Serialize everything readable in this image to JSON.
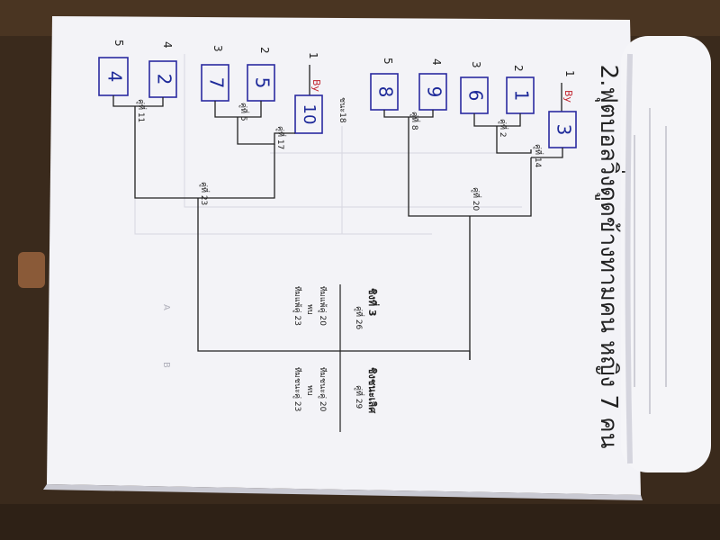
{
  "poster": {
    "title": "2.ฟุตบอลวิ่งดูดข้างทามคน หญิง 7 คน"
  },
  "bracket_top": {
    "rows": [
      "1",
      "2",
      "3",
      "4",
      "5"
    ],
    "by_label": "By",
    "boxes": [
      "3",
      "1",
      "6",
      "9",
      "8"
    ],
    "matches": [
      "คู่ที่ 14",
      "คู่ที่ 2",
      "คู่ที่ 8",
      "คู่ที่ 20"
    ]
  },
  "bracket_bottom": {
    "rows": [
      "1",
      "2",
      "3",
      "4",
      "5"
    ],
    "by_label": "By",
    "winner_label": "ชนะ18",
    "boxes": [
      "10",
      "5",
      "7",
      "2",
      "4"
    ],
    "matches": [
      "คู่ที่ 17",
      "คู่ที่ 5",
      "คู่ที่ 11",
      "คู่ที่ 23"
    ]
  },
  "finals": {
    "third_place": {
      "title": "ชิงที่ 3",
      "match": "คู่ที่ 26",
      "line1": "ทีมแพ้คู่ 20",
      "vs": "พบ",
      "line2": "ทีมแพ้คู่ 23"
    },
    "championship": {
      "title": "ชิงชนะเลิศ",
      "match": "คู่ที่ 29",
      "line1": "ทีมชนะคู่ 20",
      "vs": "พบ",
      "line2": "ทีมชนะคู่ 23"
    }
  },
  "colors": {
    "paper": "#f3f3f7",
    "ink": "#222222",
    "box_stroke": "#2a2aa0",
    "box_text": "#1e2a9a",
    "by_red": "#c0202a",
    "pencil": "#9a9aa5",
    "table": "#3a2a1c"
  }
}
